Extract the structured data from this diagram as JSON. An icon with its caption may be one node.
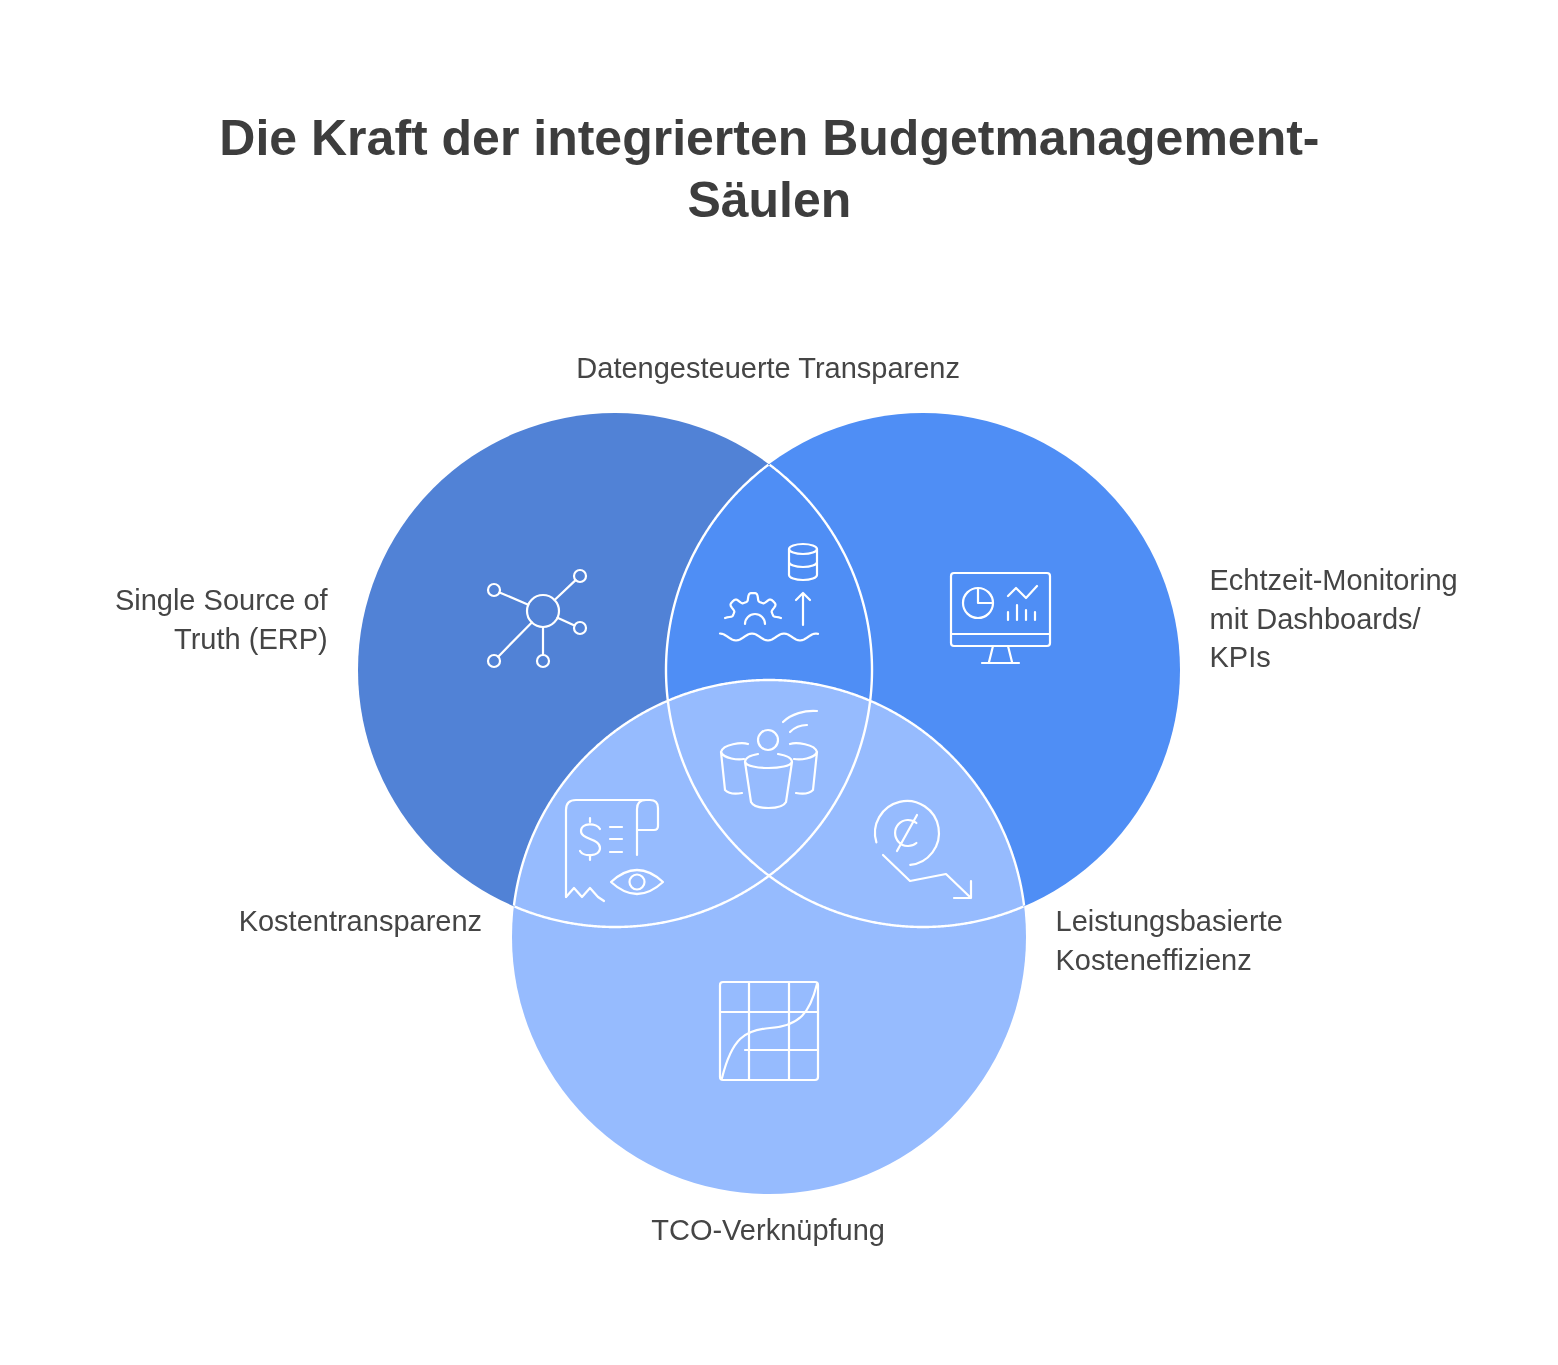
{
  "diagram": {
    "title": "Die Kraft der integrierten Budgetmanagement-Säulen",
    "nodes": [
      {
        "text": [
          "Single Source of Truth (ERP)"
        ]
      },
      {
        "text": [
          "Echtzeit-Monitoring mit Dashboards/ KPIs"
        ]
      },
      {
        "text": [
          "TCO-Verknüpfung"
        ]
      }
    ],
    "labels": [
      "Datengesteuerte Transparenz",
      "Kostentransparenz",
      "Leistungsbasierte Kosteneffizienz"
    ]
  }
}
